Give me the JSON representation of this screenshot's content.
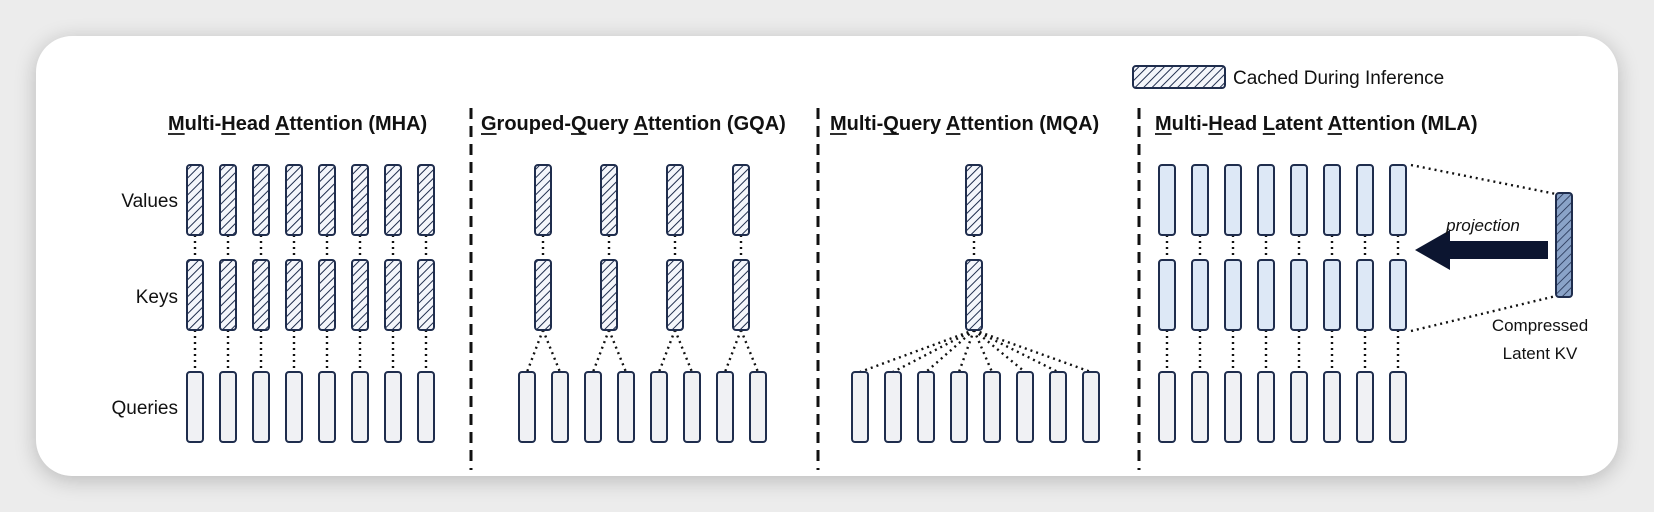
{
  "legend": {
    "label": "Cached During Inference"
  },
  "row_labels": {
    "values": "Values",
    "keys": "Keys",
    "queries": "Queries"
  },
  "panels": [
    {
      "id": "mha",
      "title": "Multi-Head Attention (MHA)",
      "underline_letters": [
        "M",
        "H",
        "A"
      ]
    },
    {
      "id": "gqa",
      "title": "Grouped-Query Attention (GQA)",
      "underline_letters": [
        "G",
        "Q",
        "A"
      ]
    },
    {
      "id": "mqa",
      "title": "Multi-Query Attention (MQA)",
      "underline_letters": [
        "M",
        "Q",
        "A"
      ]
    },
    {
      "id": "mla",
      "title": "Multi-Head Latent Attention (MLA)",
      "underline_letters": [
        "M",
        "L",
        "A"
      ]
    }
  ],
  "mla": {
    "projection_label": "projection",
    "latent_label_line1": "Compressed",
    "latent_label_line2": "Latent KV"
  },
  "structure": {
    "mha": {
      "queries": 8,
      "keys": 8,
      "values": 8
    },
    "gqa": {
      "queries": 8,
      "keys": 4,
      "values": 4
    },
    "mqa": {
      "queries": 8,
      "keys": 1,
      "values": 1
    },
    "mla": {
      "queries": 8,
      "keys": 8,
      "values": 8,
      "latent": 1
    }
  },
  "colors": {
    "stroke": "#1f2d4d",
    "hatch_bg": "#f4f6fb",
    "query_fill": "#f0f1f4",
    "mla_kv_fill": "#dde8f6",
    "latent_fill": "#8aa3c8",
    "arrow": "#0c1530"
  }
}
